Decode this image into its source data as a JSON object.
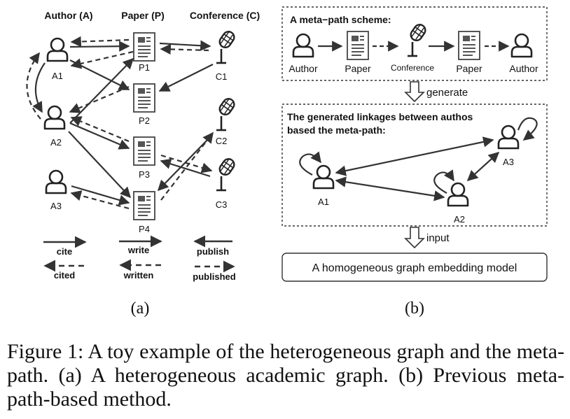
{
  "panel_a": {
    "headers": {
      "author": "Author (A)",
      "paper": "Paper (P)",
      "conference": "Conference (C)"
    },
    "authors": [
      "A1",
      "A2",
      "A3"
    ],
    "papers": [
      "P1",
      "P2",
      "P3",
      "P4"
    ],
    "conferences": [
      "C1",
      "C2",
      "C3"
    ],
    "legend": {
      "cite": "cite",
      "cited": "cited",
      "write": "write",
      "written": "written",
      "publish": "publish",
      "published": "published"
    },
    "label": "(a)"
  },
  "panel_b": {
    "scheme_title": "A meta−path scheme:",
    "scheme_nodes": [
      "Author",
      "Paper",
      "Conference",
      "Paper",
      "Author"
    ],
    "generate_label": "generate",
    "linkage_title_line1": "The generated linkages between authos",
    "linkage_title_line2": "based the meta-path:",
    "linkage_nodes": [
      "A1",
      "A2",
      "A3"
    ],
    "input_label": "input",
    "model_label": "A homogeneous graph embedding model",
    "label": "(b)"
  },
  "caption": "Figure 1: A toy example of the heterogeneous graph and the meta-path. (a) A heterogeneous academic graph. (b) Previous meta-path-based method.",
  "colors": {
    "ink": "#333333",
    "text": "#111111"
  }
}
